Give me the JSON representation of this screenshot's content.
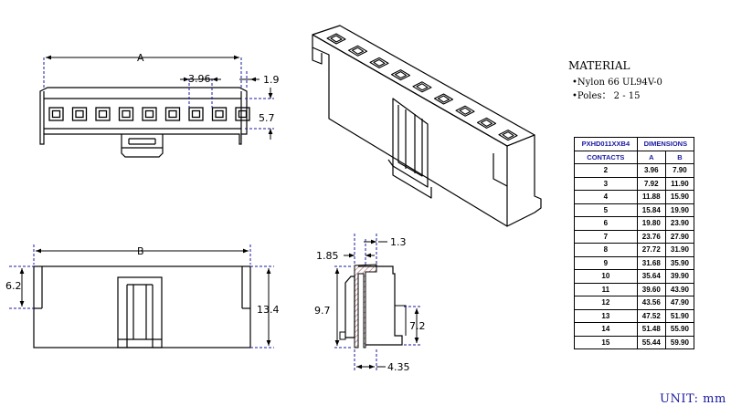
{
  "material": {
    "heading": "MATERIAL",
    "lines": [
      "•Nylon 66  UL94V-0",
      "•Poles：  2  - 15"
    ]
  },
  "dimensions": {
    "a": "A",
    "b": "B",
    "pitch": "3.96",
    "d_1_9": "1.9",
    "d_5_7": "5.7",
    "d_6_2": "6.2",
    "d_13_4": "13.4",
    "d_1_85": "1.85",
    "d_1_3": "1.3",
    "d_9_7": "9.7",
    "d_7_2": "7.2",
    "d_4_35": "4.35"
  },
  "table": {
    "part_number": "PXHD011XXB4",
    "dim_header": "DIMENSIONS",
    "contacts_header": "CONTACTS",
    "col_a": "A",
    "col_b": "B",
    "rows": [
      [
        "2",
        "3.96",
        "7.90"
      ],
      [
        "3",
        "7.92",
        "11.90"
      ],
      [
        "4",
        "11.88",
        "15.90"
      ],
      [
        "5",
        "15.84",
        "19.90"
      ],
      [
        "6",
        "19.80",
        "23.90"
      ],
      [
        "7",
        "23.76",
        "27.90"
      ],
      [
        "8",
        "27.72",
        "31.90"
      ],
      [
        "9",
        "31.68",
        "35.90"
      ],
      [
        "10",
        "35.64",
        "39.90"
      ],
      [
        "11",
        "39.60",
        "43.90"
      ],
      [
        "12",
        "43.56",
        "47.90"
      ],
      [
        "13",
        "47.52",
        "51.90"
      ],
      [
        "14",
        "51.48",
        "55.90"
      ],
      [
        "15",
        "55.44",
        "59.90"
      ]
    ]
  },
  "unit": "UNIT: mm",
  "colors": {
    "dimension": "#1a1aa0",
    "outline": "#000000",
    "section": "#b06060"
  }
}
